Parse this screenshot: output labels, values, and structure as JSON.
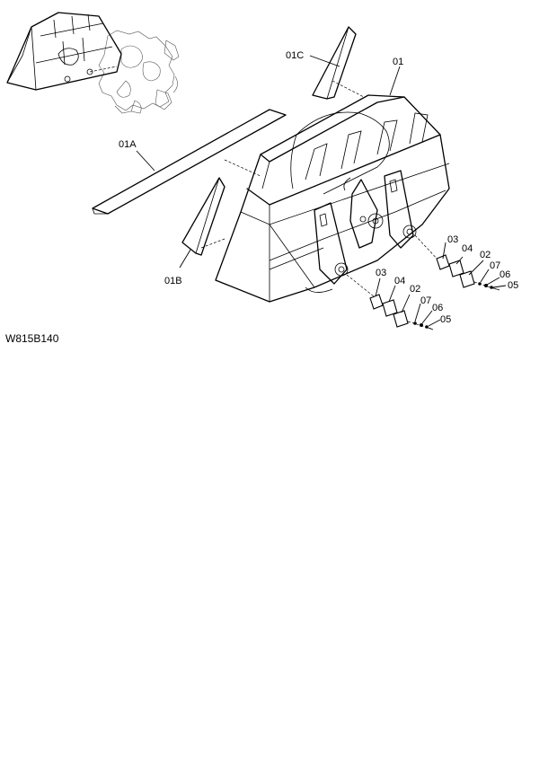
{
  "drawing_code": "W815B140",
  "callouts": {
    "c01": "01",
    "c01A": "01A",
    "c01B": "01B",
    "c01C": "01C",
    "r_03": "03",
    "r_04": "04",
    "r_02": "02",
    "r_07": "07",
    "r_06": "06",
    "r_05": "05",
    "l_03": "03",
    "l_04": "04",
    "l_02": "02",
    "l_07": "07",
    "l_06": "06",
    "l_05": "05"
  }
}
